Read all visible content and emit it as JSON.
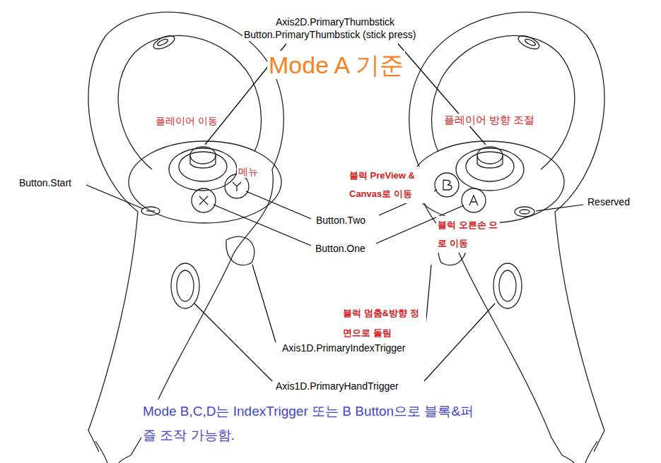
{
  "diagram": {
    "title": "Mode A 기준",
    "caption": "Mode B,C,D는 IndexTrigger 또는 B Button으로 블록&퍼즐 조작 가능함.",
    "labels": [
      "Axis2D.PrimaryThumbstick",
      "Button.PrimaryThumbstick (stick press)",
      "플레이어 이동",
      "플레이어 방향 조절",
      "메뉴",
      "Button.Start",
      "블럭 PreView & Canvas로 이동",
      "Reserved",
      "Button.Two",
      "블럭 오른손 으로 이동",
      "Button.One",
      "블럭 멈춤&방향 정면으로 돌림",
      "Axis1D.PrimaryIndexTrigger",
      "Axis1D.PrimaryHandTrigger"
    ]
  }
}
